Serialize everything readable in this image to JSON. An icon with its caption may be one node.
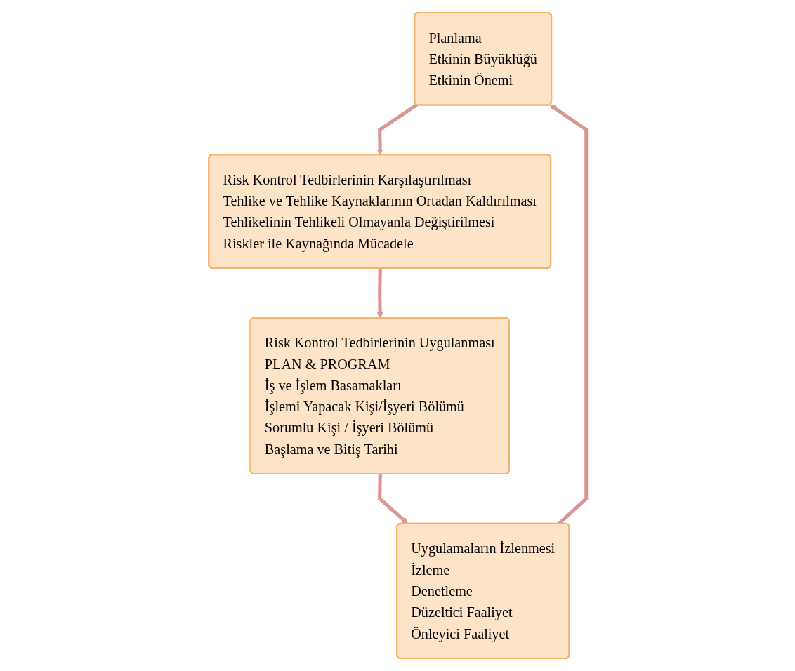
{
  "diagram": {
    "nodes": [
      {
        "text": [
          "Planlama",
          "Etkinin Büyüklüğü",
          "Etkinin Önemi"
        ]
      },
      {
        "text": [
          "Uygulamaların İzlenmesi",
          "İzleme",
          "Denetleme",
          "Düzeltici Faaliyet",
          "Önleyici Faaliyet"
        ]
      },
      {
        "text": [
          "Risk Kontrol Tedbirlerinin Karşılaştırılması",
          "Tehlike ve Tehlike Kaynaklarının Ortadan Kaldırılması",
          "Tehlikelinin Tehlikeli Olmayanla Değiştirilmesi",
          "Riskler ile Kaynağında Mücadele"
        ]
      },
      {
        "text": [
          "Risk Kontrol Tedbirlerinin Uygulanması",
          "PLAN & PROGRAM",
          "İş ve İşlem Basamakları",
          "İşlemi Yapacak Kişi/İşyeri Bölümü",
          "Sorumlu Kişi / İşyeri Bölümü",
          "Başlama ve Bitiş Tarihi"
        ]
      }
    ],
    "edges": [
      {
        "from": 0,
        "to": 2,
        "arrow": "to"
      },
      {
        "from": 2,
        "to": 3,
        "arrow": "to"
      },
      {
        "from": 3,
        "to": 1,
        "arrow": "to"
      },
      {
        "from": 1,
        "to": 0,
        "arrow": "to"
      }
    ]
  }
}
